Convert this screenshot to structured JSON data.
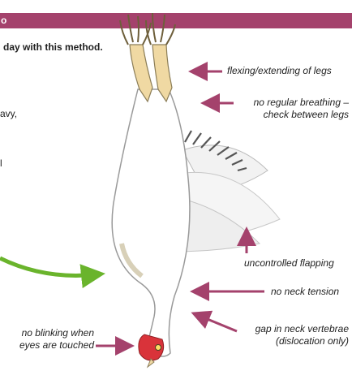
{
  "header": {
    "title_fragment": "o"
  },
  "intro_text": "day with this method.",
  "left_fragments": {
    "frag1": "avy,",
    "frag2": "l"
  },
  "callouts": {
    "legs": "flexing/extending of legs",
    "breathing_line1": "no regular breathing –",
    "breathing_line2": "check between legs",
    "flapping": "uncontrolled flapping",
    "neck_tension": "no neck tension",
    "gap_line1": "gap in neck vertebrae",
    "gap_line2": "(dislocation only)",
    "blink_line1": "no blinking when",
    "blink_line2": "eyes are touched"
  },
  "colors": {
    "header_bar": "#a4426c",
    "arrow": "#a4426c",
    "green_arrow": "#6ab42c",
    "legs": "#f0d9a3",
    "comb": "#d9333a"
  }
}
